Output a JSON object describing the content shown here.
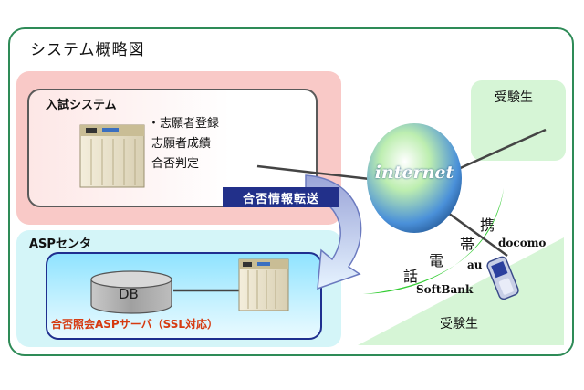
{
  "title": "システム概略図",
  "entrance_system": {
    "label": "入試システム",
    "items": [
      "・志願者登録",
      "志願者成績",
      "合否判定"
    ]
  },
  "transfer_label": "合否情報転送",
  "asp_center": {
    "label": "ASPセンタ",
    "db_label": "DB",
    "server_label": "合否照会ASPサーバ（SSL対応）"
  },
  "internet_label": "internet",
  "students": {
    "top": "受験生",
    "bottom": "受験生"
  },
  "mobile": {
    "chars": [
      "携",
      "帯",
      "電",
      "話"
    ],
    "carriers": [
      "docomo",
      "au",
      "SoftBank"
    ]
  },
  "colors": {
    "frame": "#2e8b57",
    "system_zone": "#f9c9c7",
    "asp_zone": "#d4f5f8",
    "transfer_box": "#22308a",
    "server_label": "#d63a10",
    "student_zone": "#d6f5d6"
  }
}
